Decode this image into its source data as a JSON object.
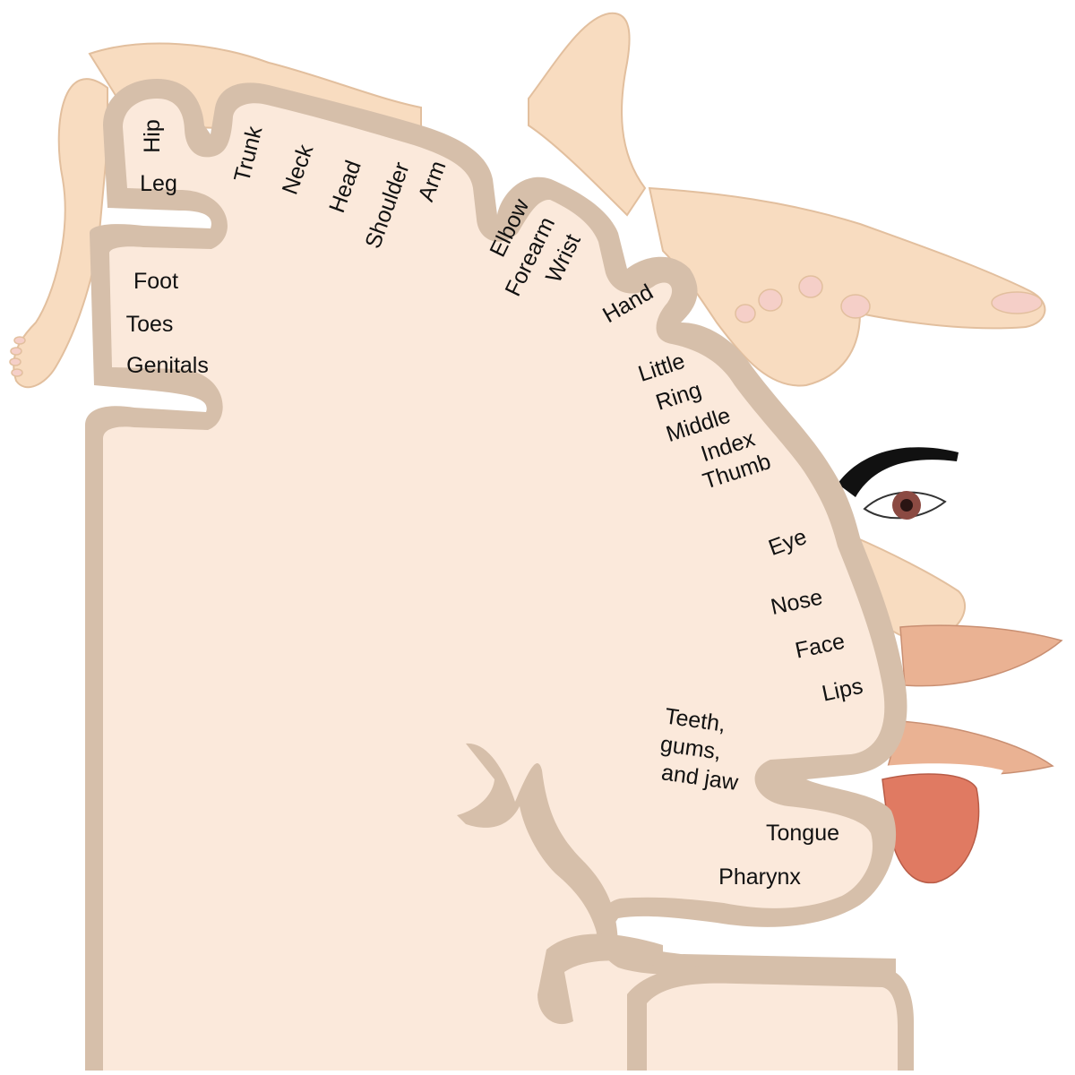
{
  "colors": {
    "background": "#ffffff",
    "brain_fill": "#fbe9db",
    "cortex_band": "#d6bfaa",
    "skin": "#f8dcc0",
    "skin_outline": "#e2bf9e",
    "nail": "#f5cfc8",
    "lip": "#eab293",
    "tongue": "#e07a62",
    "eyebrow": "#111111",
    "iris": "#8b4a42",
    "label_text": "#111111"
  },
  "body_parts": {
    "leg_foot": "leg-foot-illustration",
    "arm_hand": "arm-hand-illustration",
    "eye": "eye-illustration",
    "nose": "nose-illustration",
    "lips": "lips-illustration",
    "tongue": "tongue-illustration"
  },
  "labels": {
    "hip": "Hip",
    "leg": "Leg",
    "trunk": "Trunk",
    "neck": "Neck",
    "head": "Head",
    "shoulder": "Shoulder",
    "arm": "Arm",
    "elbow": "Elbow",
    "forearm": "Forearm",
    "wrist": "Wrist",
    "hand": "Hand",
    "foot": "Foot",
    "toes": "Toes",
    "genitals": "Genitals",
    "little": "Little",
    "ring": "Ring",
    "middle": "Middle",
    "index": "Index",
    "thumb": "Thumb",
    "eye": "Eye",
    "nose": "Nose",
    "face": "Face",
    "lips": "Lips",
    "teeth_1": "Teeth,",
    "teeth_2": "gums,",
    "teeth_3": "and jaw",
    "tongue": "Tongue",
    "pharynx": "Pharynx"
  }
}
